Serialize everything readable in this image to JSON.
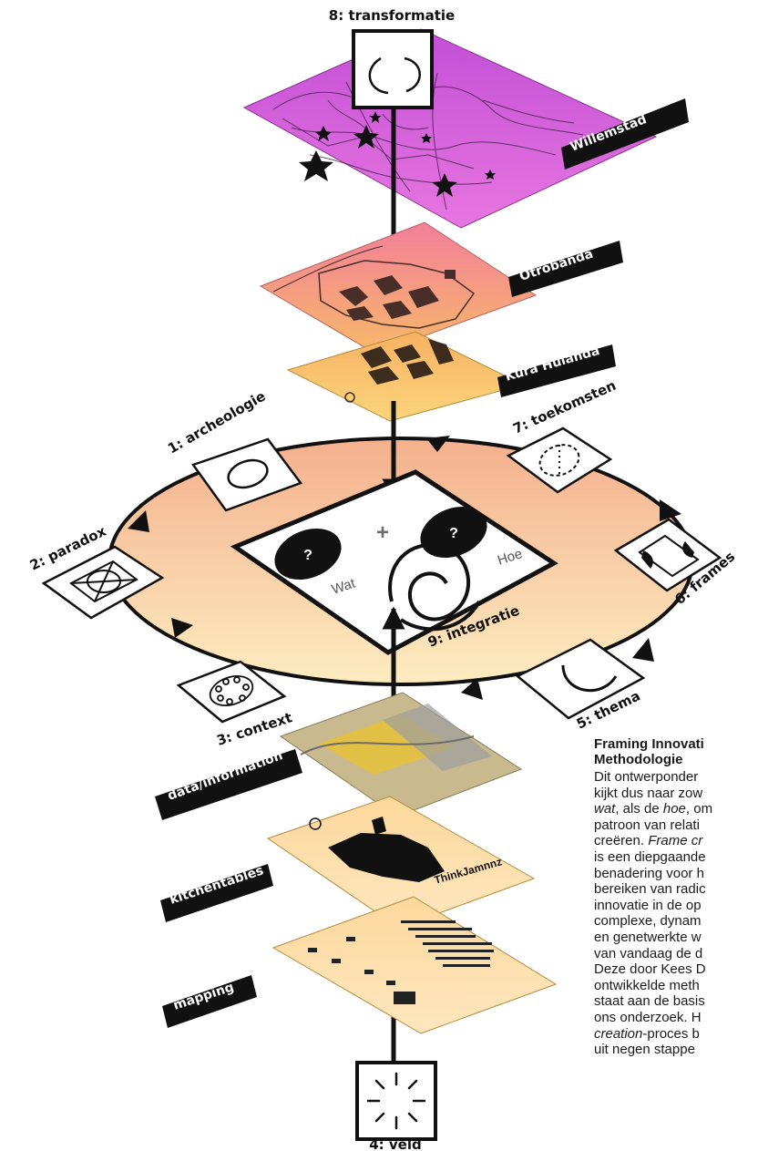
{
  "layers_top": [
    {
      "id": "willemstad",
      "label": "Willemstad"
    },
    {
      "id": "otrobanda",
      "label": "Otrobanda"
    },
    {
      "id": "kura",
      "label": "Kura Hulanda"
    }
  ],
  "layers_bottom": [
    {
      "id": "data",
      "label": "data/information"
    },
    {
      "id": "kitchen",
      "label": "kitchentables"
    },
    {
      "id": "mapping",
      "label": "mapping"
    }
  ],
  "steps": {
    "s1": "1: archeologie",
    "s2": "2: paradox",
    "s3": "3: context",
    "s4": "4: veld",
    "s5": "5: thema",
    "s6": "6: frames",
    "s7": "7: toekomsten",
    "s8": "8: transformatie",
    "s9": "9: integratie"
  },
  "center": {
    "wat": "Wat",
    "hoe": "Hoe",
    "question": "?",
    "plus": "+"
  },
  "kitchen_scribble": "ThinkJamnnz",
  "sidebar": {
    "title_line1": "Framing Innovati",
    "title_line2": "Methodologie",
    "lines": [
      {
        "parts": [
          {
            "t": "Dit ontwerponder"
          }
        ]
      },
      {
        "parts": [
          {
            "t": "kijkt dus naar zow"
          }
        ]
      },
      {
        "parts": [
          {
            "t": "wat",
            "i": true
          },
          {
            "t": ", als de "
          },
          {
            "t": "hoe",
            "i": true
          },
          {
            "t": ", om"
          }
        ]
      },
      {
        "parts": [
          {
            "t": "patroon van relati"
          }
        ]
      },
      {
        "parts": [
          {
            "t": "creëren. "
          },
          {
            "t": "Frame cr",
            "i": true
          }
        ]
      },
      {
        "parts": [
          {
            "t": "is een diepgaande"
          }
        ]
      },
      {
        "parts": [
          {
            "t": "benadering voor h"
          }
        ]
      },
      {
        "parts": [
          {
            "t": "bereiken van radic"
          }
        ]
      },
      {
        "parts": [
          {
            "t": "innovatie in de op"
          }
        ]
      },
      {
        "parts": [
          {
            "t": "complexe, dynam"
          }
        ]
      },
      {
        "parts": [
          {
            "t": "en genetwerkte w"
          }
        ]
      },
      {
        "parts": [
          {
            "t": "van vandaag de d"
          }
        ]
      },
      {
        "parts": [
          {
            "t": "Deze door Kees D"
          }
        ]
      },
      {
        "parts": [
          {
            "t": "ontwikkelde meth"
          }
        ]
      },
      {
        "parts": [
          {
            "t": "staat aan de basis"
          }
        ]
      },
      {
        "parts": [
          {
            "t": "ons onderzoek. H"
          }
        ]
      },
      {
        "parts": [
          {
            "t": "creation",
            "i": true
          },
          {
            "t": "-proces b"
          }
        ]
      },
      {
        "parts": [
          {
            "t": "uit negen stappe"
          }
        ]
      }
    ]
  },
  "colors": {
    "willemstad": "#d565dc",
    "otrobanda_top": "#f28a9a",
    "otrobanda_bottom": "#f7b86c",
    "kura": "#f9c86a",
    "ring_top": "#f5b992",
    "ring_bottom": "#fde6b0",
    "lower_layers": "#fbdca4",
    "tag": "#111111"
  }
}
